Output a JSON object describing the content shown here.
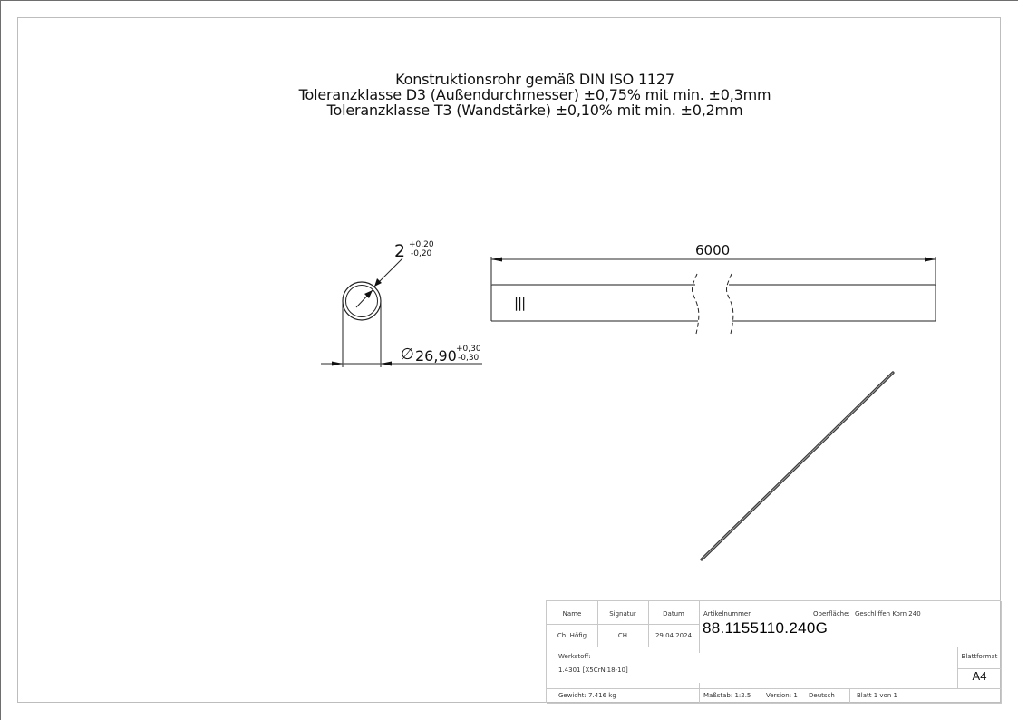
{
  "heading": {
    "line1": "Konstruktionsrohr gemäß DIN ISO 1127",
    "line2": "Toleranzklasse D3 (Außendurchmesser) ±0,75% mit min. ±0,3mm",
    "line3": "Toleranzklasse T3 (Wandstärke) ±0,10% mit min. ±0,2mm"
  },
  "section_view": {
    "wall_thickness": "2",
    "wall_tol_plus": "+0,20",
    "wall_tol_minus": "-0,20",
    "diameter_symbol": "∅",
    "diameter": "26,90",
    "diameter_tol_plus": "+0,30",
    "diameter_tol_minus": "-0,30"
  },
  "side_view": {
    "length": "6000",
    "surface_mark": "|||"
  },
  "title_block": {
    "headers": {
      "name": "Name",
      "signatur": "Signatur",
      "datum": "Datum"
    },
    "values": {
      "name": "Ch. Höfig",
      "signatur": "CH",
      "datum": "29.04.2024"
    },
    "artikelnummer_label": "Artikelnummer",
    "artikelnummer": "88.1155110.240G",
    "oberflaeche_label": "Oberfläche:",
    "oberflaeche": "Geschliffen Korn 240",
    "werkstoff_label": "Werkstoff:",
    "werkstoff": "1.4301 [X5CrNi18-10]",
    "blattformat_label": "Blattformat",
    "blattformat": "A4",
    "gewicht": "Gewicht: 7.416 kg",
    "massstab": "Maßstab: 1:2.5",
    "version": "Version: 1",
    "sprache": "Deutsch",
    "blatt": "Blatt 1 von 1"
  }
}
